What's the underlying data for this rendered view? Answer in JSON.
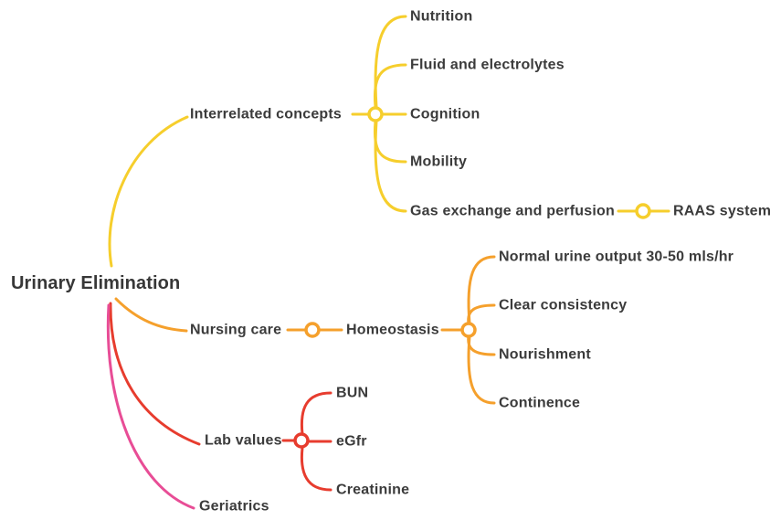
{
  "palette": {
    "background": "#ffffff",
    "text": "#3b3b3b",
    "yellow": "#f6ce2c",
    "orange": "#f5a02c",
    "red": "#e73c2e",
    "pink": "#e84d96"
  },
  "mindmap": {
    "root": {
      "label": "Urinary Elimination"
    },
    "branches": [
      {
        "label": "Interrelated concepts",
        "color": "#f6ce2c",
        "children": [
          {
            "label": "Nutrition"
          },
          {
            "label": "Fluid and electrolytes"
          },
          {
            "label": "Cognition"
          },
          {
            "label": "Mobility"
          },
          {
            "label": "Gas exchange and perfusion",
            "children": [
              {
                "label": "RAAS system"
              }
            ]
          }
        ]
      },
      {
        "label": "Nursing care",
        "color": "#f5a02c",
        "children": [
          {
            "label": "Homeostasis",
            "children": [
              {
                "label": "Normal urine output 30-50 mls/hr"
              },
              {
                "label": "Clear consistency"
              },
              {
                "label": "Nourishment"
              },
              {
                "label": "Continence"
              }
            ]
          }
        ]
      },
      {
        "label": "Lab values",
        "color": "#e73c2e",
        "children": [
          {
            "label": "BUN"
          },
          {
            "label": "eGfr"
          },
          {
            "label": "Creatinine"
          }
        ]
      },
      {
        "label": "Geriatrics",
        "color": "#e84d96",
        "children": []
      }
    ]
  }
}
